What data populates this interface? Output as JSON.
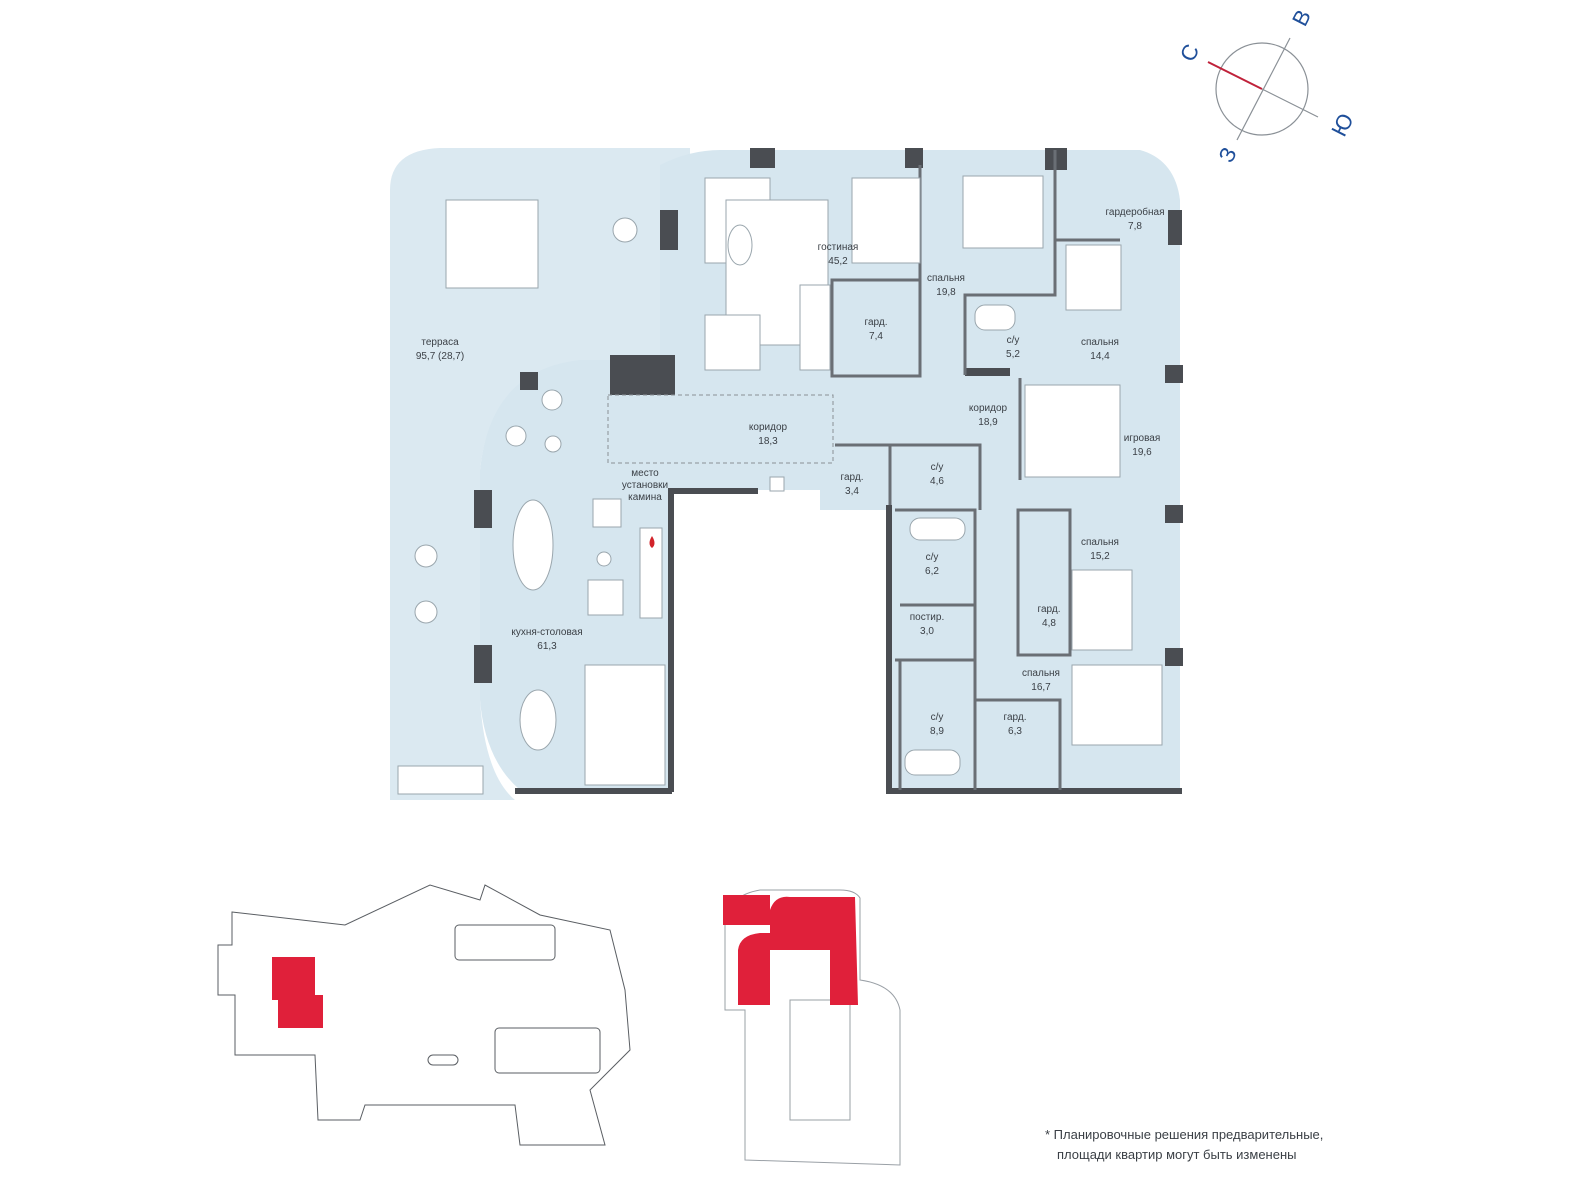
{
  "compass": {
    "north": "С",
    "east": "В",
    "south": "Ю",
    "west": "З"
  },
  "rooms": [
    {
      "id": "terrace",
      "name": "терраса",
      "area": "95,7 (28,7)"
    },
    {
      "id": "living",
      "name": "гостиная",
      "area": "45,2"
    },
    {
      "id": "bedroom-1",
      "name": "спальня",
      "area": "19,8"
    },
    {
      "id": "dressing",
      "name": "гардеробная",
      "area": "7,8"
    },
    {
      "id": "gard-1",
      "name": "гард.",
      "area": "7,4"
    },
    {
      "id": "bath-1",
      "name": "с/у",
      "area": "5,2"
    },
    {
      "id": "bedroom-2",
      "name": "спальня",
      "area": "14,4"
    },
    {
      "id": "corridor-1",
      "name": "коридор",
      "area": "18,3"
    },
    {
      "id": "corridor-2",
      "name": "коридор",
      "area": "18,9"
    },
    {
      "id": "playroom",
      "name": "игровая",
      "area": "19,6"
    },
    {
      "id": "gard-2",
      "name": "гард.",
      "area": "3,4"
    },
    {
      "id": "bath-2",
      "name": "с/у",
      "area": "4,6"
    },
    {
      "id": "bedroom-3",
      "name": "спальня",
      "area": "15,2"
    },
    {
      "id": "bath-3",
      "name": "с/у",
      "area": "6,2"
    },
    {
      "id": "laundry",
      "name": "постир.",
      "area": "3,0"
    },
    {
      "id": "gard-3",
      "name": "гард.",
      "area": "4,8"
    },
    {
      "id": "kitchen",
      "name": "кухня-столовая",
      "area": "61,3"
    },
    {
      "id": "bedroom-4",
      "name": "спальня",
      "area": "16,7"
    },
    {
      "id": "bath-4",
      "name": "с/у",
      "area": "8,9"
    },
    {
      "id": "gard-4",
      "name": "гард.",
      "area": "6,3"
    }
  ],
  "fireplace_note": [
    "место",
    "установки",
    "камина"
  ],
  "highlight_color": "#e0203a",
  "room_fill": "#d6e6ef",
  "wall_color": "#4a4d52",
  "footnote": {
    "line1": "* Планировочные решения предварительные,",
    "line2": "площади квартир могут быть изменены"
  }
}
